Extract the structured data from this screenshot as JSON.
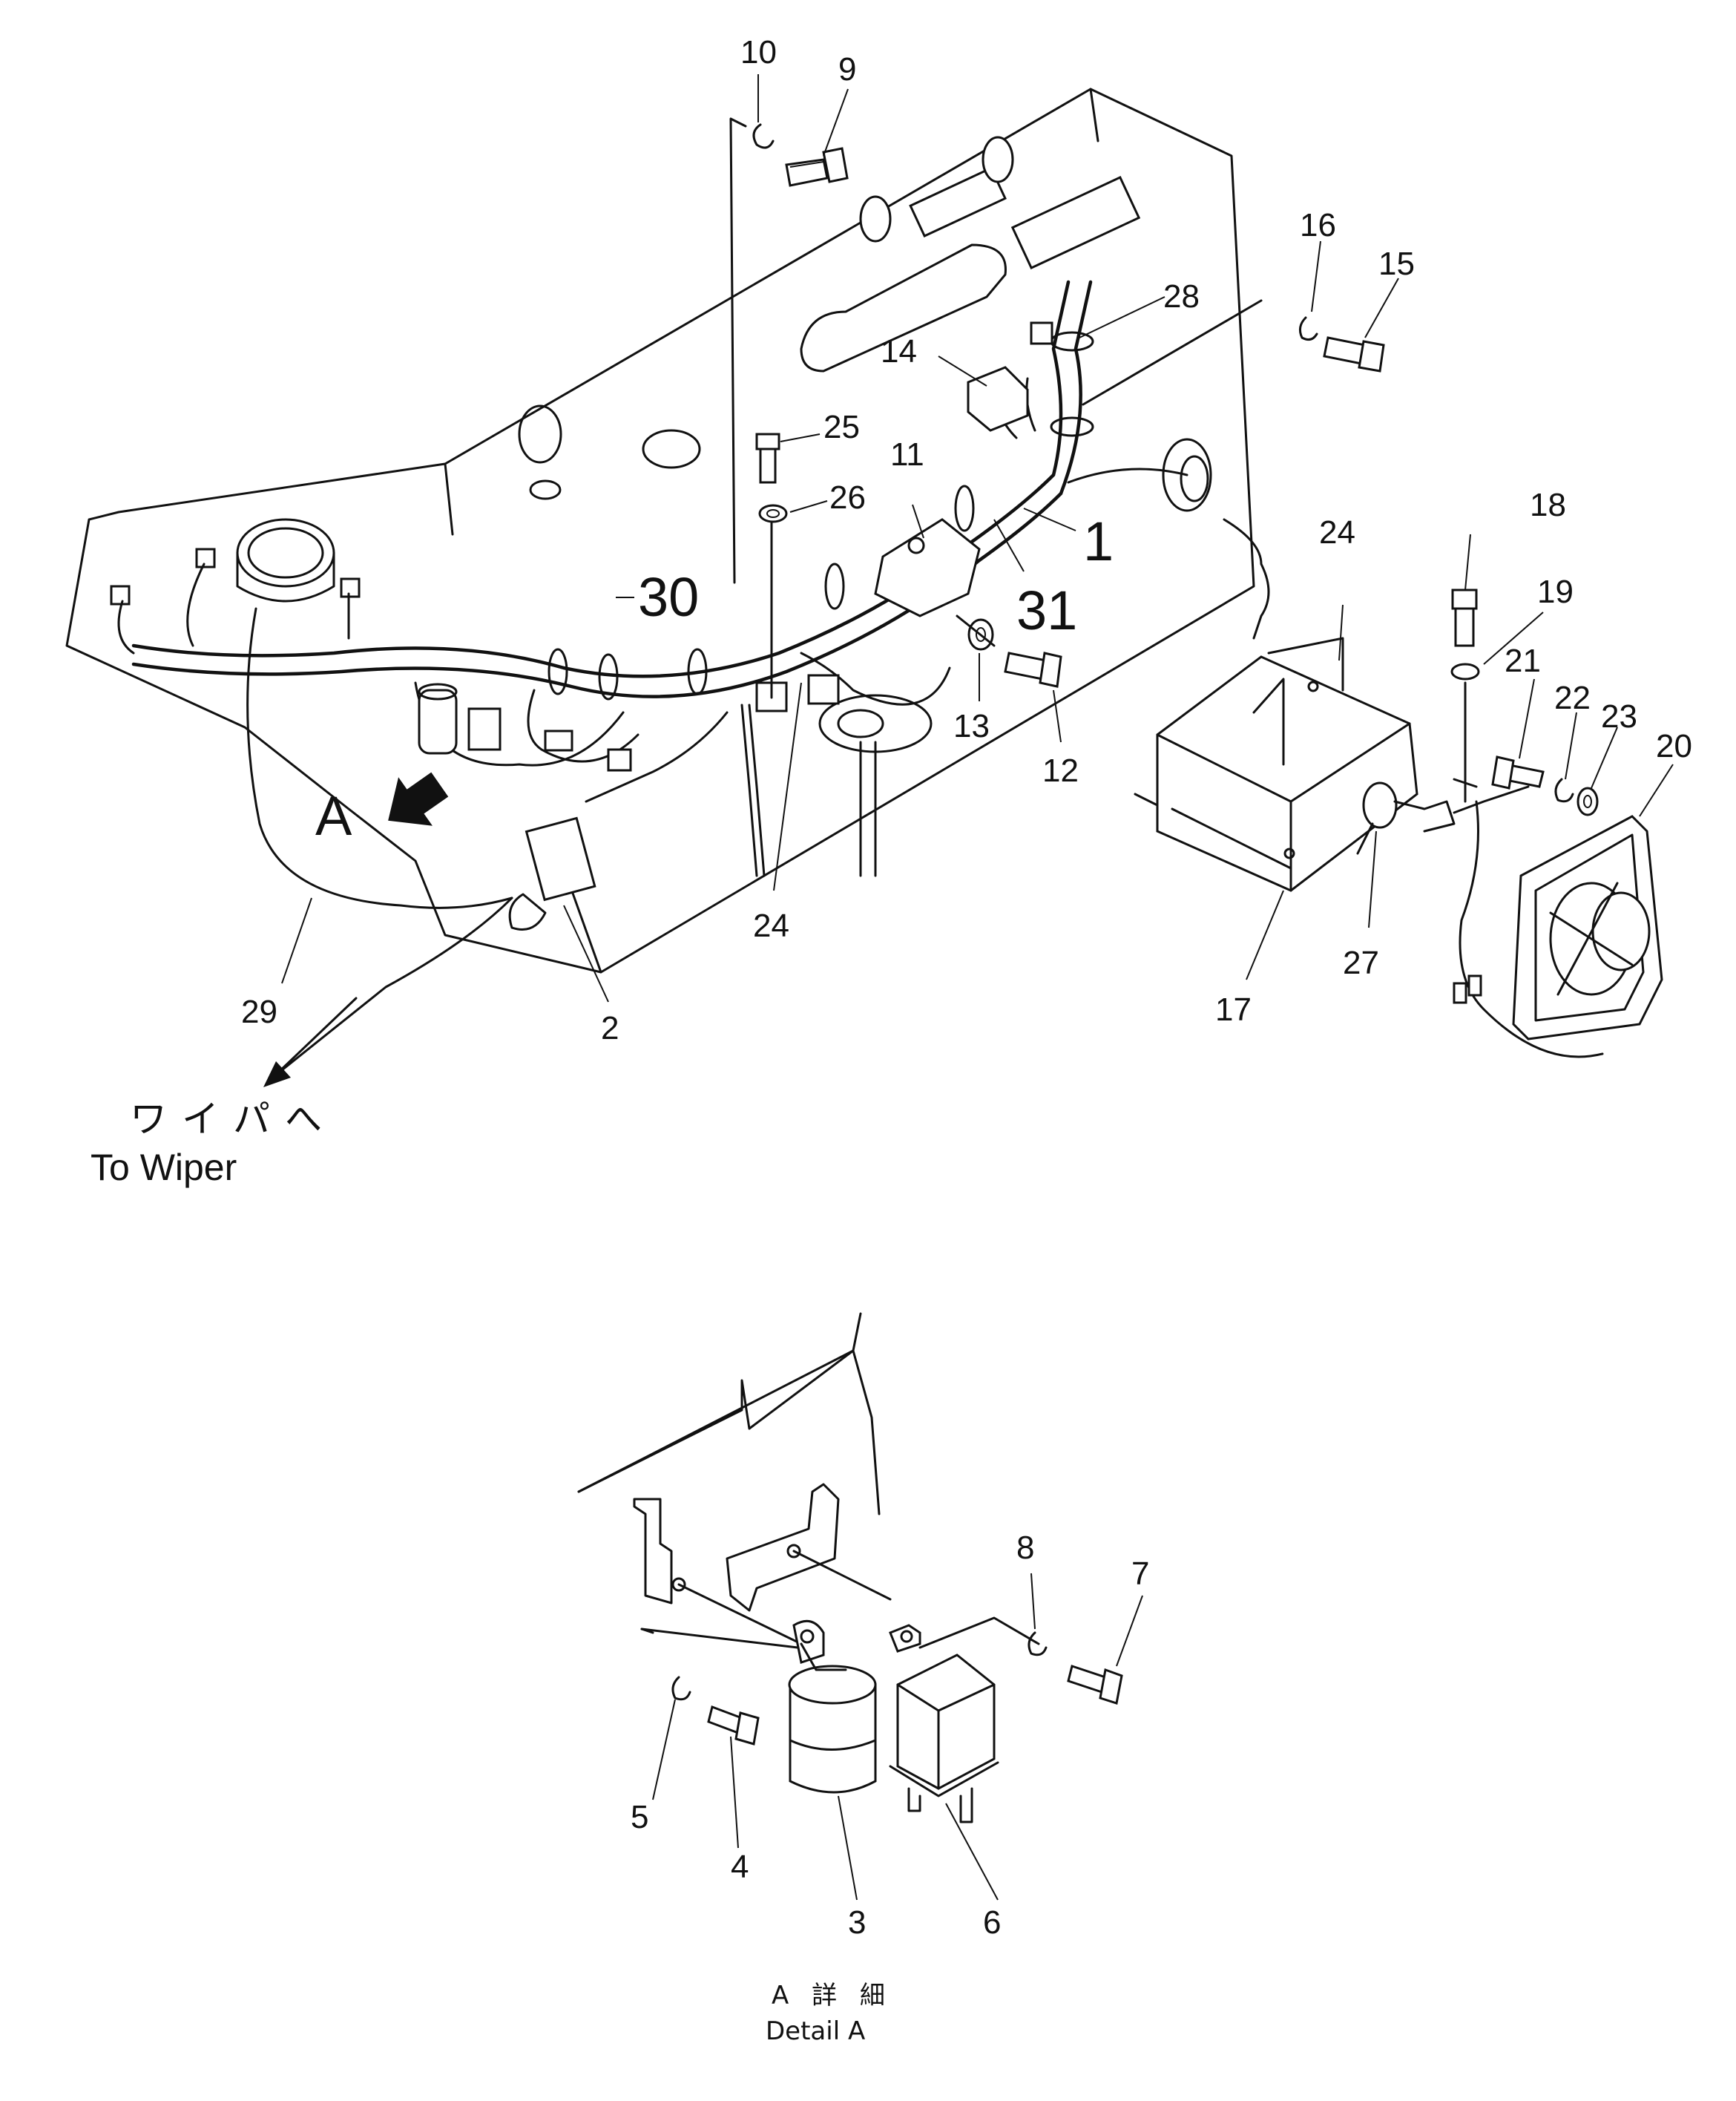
{
  "callouts": {
    "c1": "1",
    "c2": "2",
    "c3": "3",
    "c4": "4",
    "c5": "5",
    "c6": "6",
    "c7": "7",
    "c8": "8",
    "c9": "9",
    "c10": "10",
    "c11": "11",
    "c12": "12",
    "c13": "13",
    "c14": "14",
    "c15": "15",
    "c16": "16",
    "c17": "17",
    "c18": "18",
    "c19": "19",
    "c20": "20",
    "c21": "21",
    "c22": "22",
    "c23": "23",
    "c24a": "24",
    "c24b": "24",
    "c25": "25",
    "c26": "26",
    "c27": "27",
    "c28": "28",
    "c29": "29",
    "c30": "30",
    "c31": "31"
  },
  "view_marker": "A",
  "wiper_label": {
    "japanese": "ワイパへ",
    "english": "To Wiper"
  },
  "detail_caption": {
    "japanese": "A 詳 細",
    "english": "Detail A"
  },
  "colors": {
    "ink": "#111111",
    "paper": "#ffffff"
  }
}
